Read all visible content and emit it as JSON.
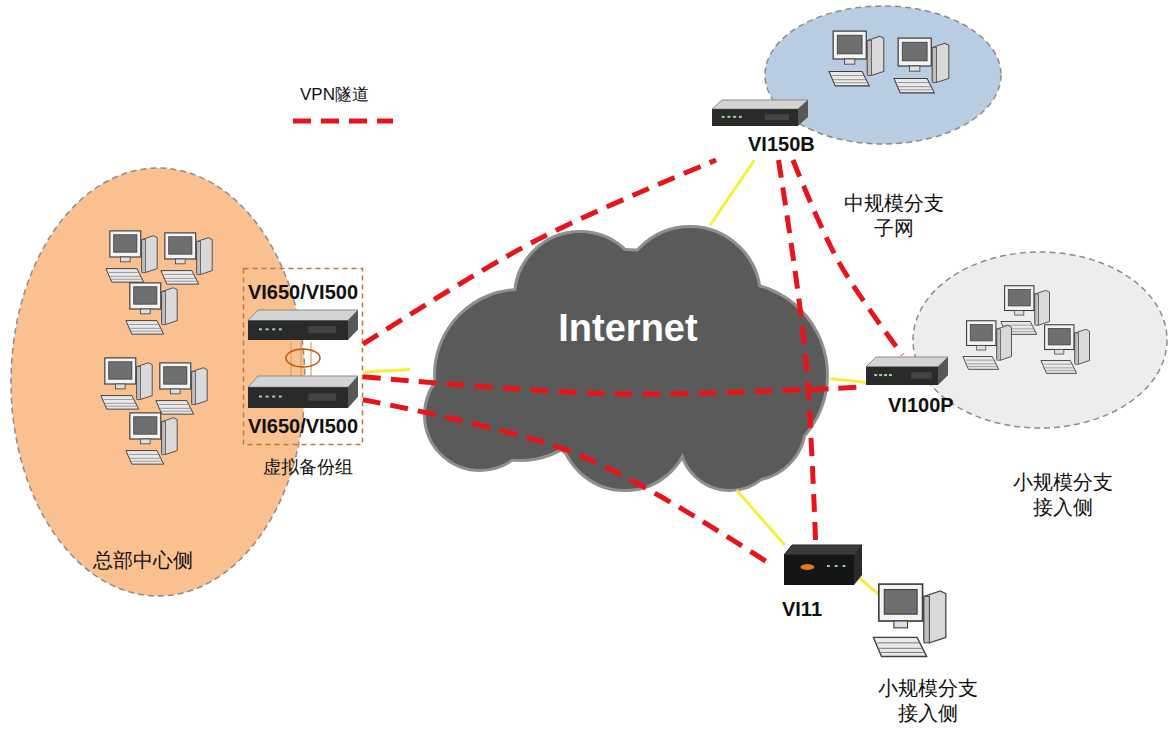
{
  "diagram": {
    "nodes": [
      {
        "text": [
          "总部中心侧"
        ]
      },
      {
        "text": [
          "虚拟备份组"
        ]
      },
      {
        "text": [
          "VI650/VI500"
        ],
        "in": 1
      },
      {
        "text": [
          "VI650/VI500"
        ],
        "in": 1
      },
      {
        "text": [
          "Internet"
        ]
      },
      {
        "text": [
          "中规模分支 子网"
        ]
      },
      {
        "text": [
          "VI150B"
        ]
      },
      {
        "text": [
          "小规模分支 接入侧"
        ]
      },
      {
        "text": [
          "VI100P"
        ]
      },
      {
        "text": [
          "VI11"
        ]
      }
    ],
    "edges": [
      {
        "from": 1,
        "to": 6,
        "arrow": "none"
      },
      {
        "from": 1,
        "to": 8,
        "arrow": "none"
      },
      {
        "from": 1,
        "to": 9,
        "arrow": "none"
      },
      {
        "from": 6,
        "to": 8,
        "arrow": "none"
      },
      {
        "from": 6,
        "to": 9,
        "arrow": "none"
      },
      {
        "from": 1,
        "to": 4,
        "arrow": "none"
      },
      {
        "from": 6,
        "to": 4,
        "arrow": "none"
      },
      {
        "from": 8,
        "to": 4,
        "arrow": "none"
      },
      {
        "from": 9,
        "to": 4,
        "arrow": "none"
      }
    ],
    "labels": [
      "小规模分支 接入侧"
    ],
    "legend": [
      {
        "text": "VPN隧道"
      }
    ]
  }
}
